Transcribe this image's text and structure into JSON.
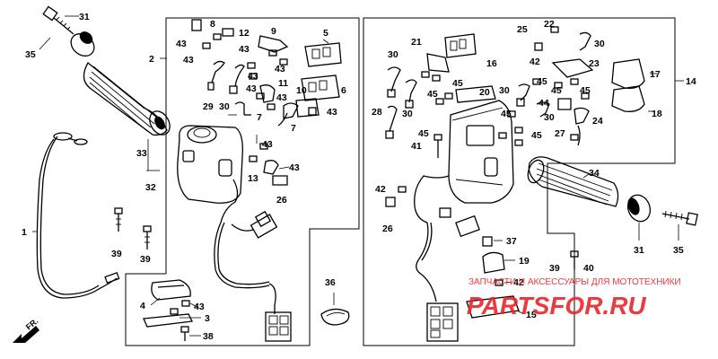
{
  "diagram": {
    "callouts": [
      "31",
      "35",
      "2",
      "33",
      "32",
      "1",
      "39",
      "39",
      "4",
      "43",
      "3",
      "38",
      "8",
      "43",
      "43",
      "12",
      "9",
      "43",
      "43",
      "43",
      "29",
      "30",
      "43",
      "11",
      "7",
      "7",
      "43",
      "10",
      "6",
      "5",
      "43",
      "13",
      "43",
      "26",
      "36",
      "43",
      "22",
      "25",
      "30",
      "42",
      "21",
      "30",
      "16",
      "45",
      "45",
      "20",
      "30",
      "30",
      "28",
      "41",
      "45",
      "45",
      "45",
      "44",
      "30",
      "45",
      "45",
      "45",
      "23",
      "27",
      "24",
      "17",
      "18",
      "14",
      "34",
      "42",
      "26",
      "37",
      "19",
      "42",
      "15",
      "39",
      "40",
      "31",
      "35"
    ],
    "direction_label": "FR.",
    "watermark": {
      "caption": "ЗАПЧАСТИ И АКСЕССУАРЫ ДЛЯ МОТОТЕХНИКИ",
      "logo": "PARTSFOR.RU"
    }
  },
  "colors": {
    "line": "#000000",
    "background": "#ffffff",
    "watermark": "#e8262b"
  }
}
